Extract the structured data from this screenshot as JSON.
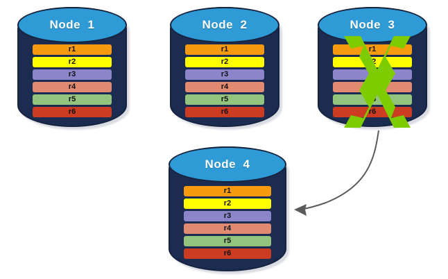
{
  "diagram": {
    "title_text_style": "bold-white",
    "colors": {
      "background": "#ffffff",
      "cylinder_body": "#1c2b50",
      "cylinder_top": "#2e9bd6",
      "cylinder_outline": "#16233f",
      "fail_x": "#7ecb00",
      "arrow": "#5a5a5a",
      "row_label": "#111111"
    },
    "row_colors": {
      "r1": "#f79a10",
      "r2": "#ffff00",
      "r3": "#8d85c9",
      "r4": "#e08a72",
      "r5": "#93c47d",
      "r6": "#cc3c22"
    }
  },
  "nodes": [
    {
      "id": "node-1",
      "label": "Node  1",
      "failed": false,
      "rows": [
        {
          "label": "r1",
          "color": "#f79a10"
        },
        {
          "label": "r2",
          "color": "#ffff00"
        },
        {
          "label": "r3",
          "color": "#8d85c9"
        },
        {
          "label": "r4",
          "color": "#e08a72"
        },
        {
          "label": "r5",
          "color": "#93c47d"
        },
        {
          "label": "r6",
          "color": "#cc3c22"
        }
      ]
    },
    {
      "id": "node-2",
      "label": "Node  2",
      "failed": false,
      "rows": [
        {
          "label": "r1",
          "color": "#f79a10"
        },
        {
          "label": "r2",
          "color": "#ffff00"
        },
        {
          "label": "r3",
          "color": "#8d85c9"
        },
        {
          "label": "r4",
          "color": "#e08a72"
        },
        {
          "label": "r5",
          "color": "#93c47d"
        },
        {
          "label": "r6",
          "color": "#cc3c22"
        }
      ]
    },
    {
      "id": "node-3",
      "label": "Node  3",
      "failed": true,
      "rows": [
        {
          "label": "r1",
          "color": "#f79a10"
        },
        {
          "label": "r2",
          "color": "#ffff00"
        },
        {
          "label": "r3",
          "color": "#8d85c9"
        },
        {
          "label": "r4",
          "color": "#e08a72"
        },
        {
          "label": "r5",
          "color": "#93c47d"
        },
        {
          "label": "r6",
          "color": "#cc3c22"
        }
      ]
    },
    {
      "id": "node-4",
      "label": "Node  4",
      "failed": false,
      "rows": [
        {
          "label": "r1",
          "color": "#f79a10"
        },
        {
          "label": "r2",
          "color": "#ffff00"
        },
        {
          "label": "r3",
          "color": "#8d85c9"
        },
        {
          "label": "r4",
          "color": "#e08a72"
        },
        {
          "label": "r5",
          "color": "#93c47d"
        },
        {
          "label": "r6",
          "color": "#cc3c22"
        }
      ]
    }
  ],
  "connectors": [
    {
      "id": "node3-to-node4",
      "from": "node-3",
      "to": "node-4",
      "style": "curved-arrow"
    }
  ]
}
